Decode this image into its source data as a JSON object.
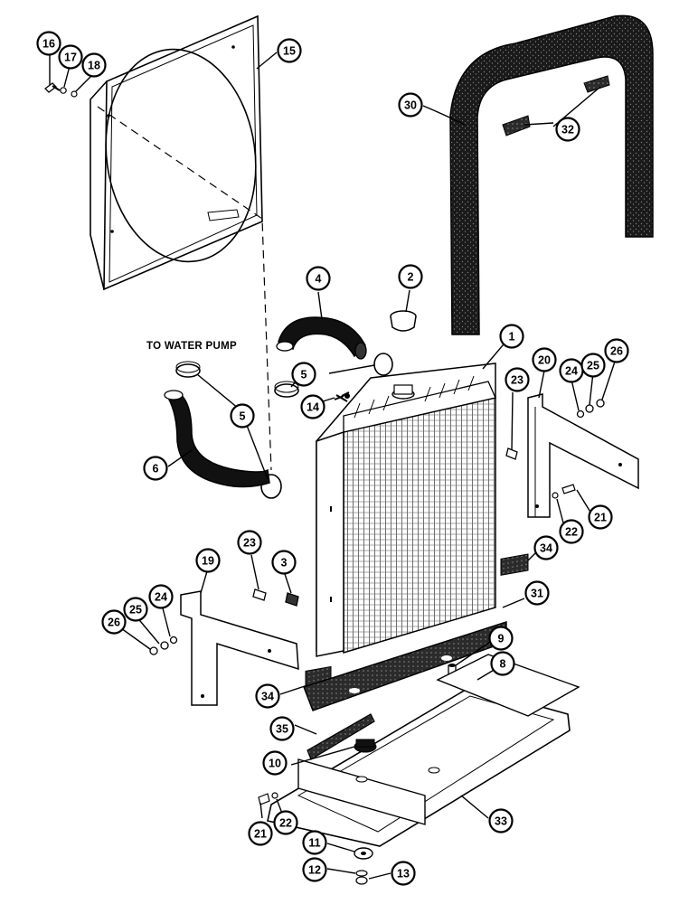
{
  "figure": {
    "note_label": "TO WATER PUMP",
    "callouts": [
      {
        "id": "c1",
        "label": "1"
      },
      {
        "id": "c2",
        "label": "2"
      },
      {
        "id": "c3",
        "label": "3"
      },
      {
        "id": "c4",
        "label": "4"
      },
      {
        "id": "c5a",
        "label": "5"
      },
      {
        "id": "c5b",
        "label": "5"
      },
      {
        "id": "c6",
        "label": "6"
      },
      {
        "id": "c8",
        "label": "8"
      },
      {
        "id": "c9",
        "label": "9"
      },
      {
        "id": "c10",
        "label": "10"
      },
      {
        "id": "c11",
        "label": "11"
      },
      {
        "id": "c12",
        "label": "12"
      },
      {
        "id": "c13",
        "label": "13"
      },
      {
        "id": "c14",
        "label": "14"
      },
      {
        "id": "c15",
        "label": "15"
      },
      {
        "id": "c16",
        "label": "16"
      },
      {
        "id": "c17",
        "label": "17"
      },
      {
        "id": "c18",
        "label": "18"
      },
      {
        "id": "c19",
        "label": "19"
      },
      {
        "id": "c20",
        "label": "20"
      },
      {
        "id": "c21a",
        "label": "21"
      },
      {
        "id": "c21b",
        "label": "21"
      },
      {
        "id": "c22a",
        "label": "22"
      },
      {
        "id": "c22b",
        "label": "22"
      },
      {
        "id": "c23a",
        "label": "23"
      },
      {
        "id": "c23b",
        "label": "23"
      },
      {
        "id": "c24a",
        "label": "24"
      },
      {
        "id": "c24b",
        "label": "24"
      },
      {
        "id": "c25a",
        "label": "25"
      },
      {
        "id": "c25b",
        "label": "25"
      },
      {
        "id": "c26a",
        "label": "26"
      },
      {
        "id": "c26b",
        "label": "26"
      },
      {
        "id": "c30",
        "label": "30"
      },
      {
        "id": "c31",
        "label": "31"
      },
      {
        "id": "c32",
        "label": "32"
      },
      {
        "id": "c33",
        "label": "33"
      },
      {
        "id": "c34a",
        "label": "34"
      },
      {
        "id": "c34b",
        "label": "34"
      },
      {
        "id": "c35",
        "label": "35"
      }
    ]
  }
}
